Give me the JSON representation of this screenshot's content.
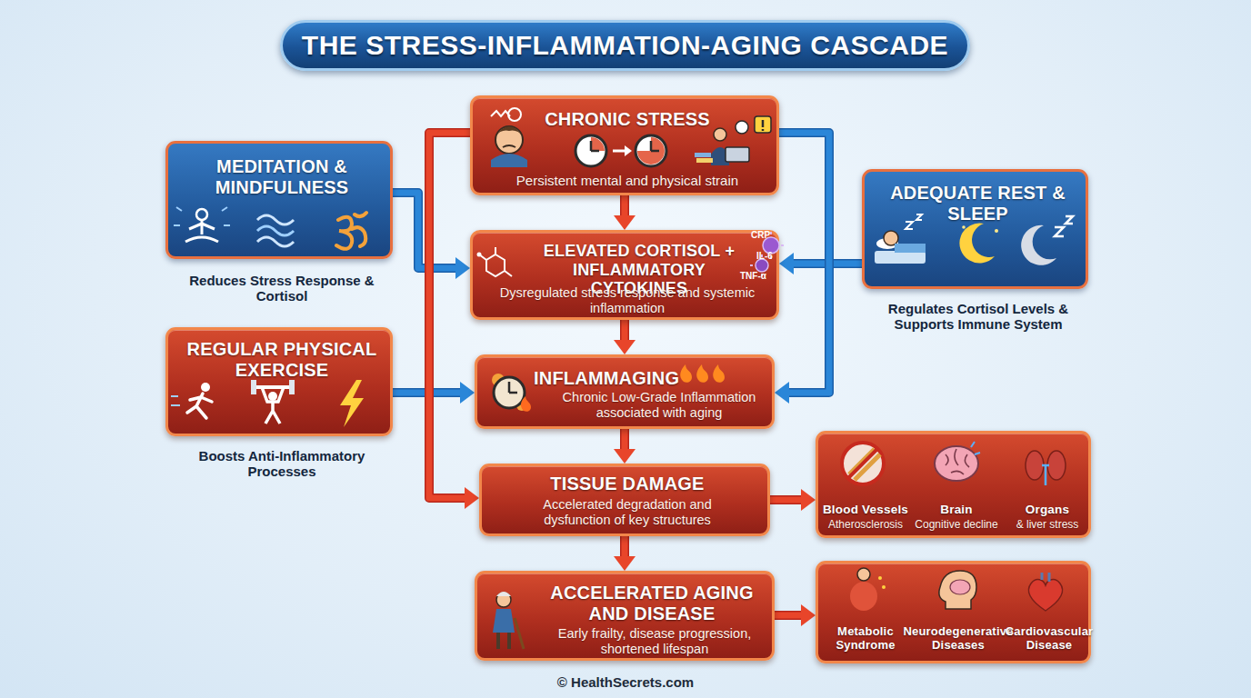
{
  "diagram": {
    "title": "THE STRESS-INFLAMMATION-AGING CASCADE",
    "caption": "© HealthSecrets.com",
    "nodes": [
      {
        "text": [
          "CHRONIC STRESS",
          "Persistent mental and physical strain"
        ]
      },
      {
        "text": [
          "MEDITATION & MINDFULNESS",
          "Reduces Stress Response & Cortisol"
        ]
      },
      {
        "text": [
          "ADEQUATE REST & SLEEP",
          "Regulates Cortisol Levels & Supports Immune System"
        ]
      },
      {
        "text": [
          "ELEVATED CORTISOL + INFLAMMATORY CYTOKINES",
          "Dysregulated stress response and systemic inflammation"
        ]
      },
      {
        "text": [
          "REGULAR PHYSICAL EXERCISE",
          "Boosts Anti-Inflammatory Processes"
        ]
      },
      {
        "text": [
          "INFLAMMAGING",
          "Chronic Low-Grade Inflammation associated with aging"
        ]
      },
      {
        "text": [
          "TISSUE DAMAGE",
          "Accelerated degradation and dysfunction of key structures"
        ]
      },
      {
        "text": [
          "Blood Vessels",
          "Atherosclerosis",
          "Brain",
          "Cognitive decline",
          "Organs",
          "& liver stress"
        ]
      },
      {
        "text": [
          "ACCELERATED AGING AND DISEASE",
          "Early frailty, disease progression, shortened lifespan"
        ]
      },
      {
        "text": [
          "Metabolic Syndrome",
          "Neurodegenerative Diseases",
          "Cardiovascular Disease"
        ]
      }
    ],
    "edges": [
      {
        "from": 0,
        "to": 3,
        "arrow": "to"
      },
      {
        "from": 3,
        "to": 5,
        "arrow": "to"
      },
      {
        "from": 5,
        "to": 6,
        "arrow": "to"
      },
      {
        "from": 6,
        "to": 8,
        "arrow": "to"
      },
      {
        "from": 6,
        "to": 7,
        "arrow": "to"
      },
      {
        "from": 8,
        "to": 9,
        "arrow": "to"
      },
      {
        "from": 1,
        "to": 3,
        "arrow": "to"
      },
      {
        "from": 2,
        "to": 3,
        "arrow": "to"
      },
      {
        "from": 4,
        "to": 5,
        "arrow": "to"
      },
      {
        "from": 0,
        "to": 5,
        "arrow": "to"
      },
      {
        "from": 0,
        "to": 6,
        "arrow": "to"
      }
    ],
    "labels": [
      "CRP",
      "IL-6",
      "TNF-α"
    ]
  }
}
